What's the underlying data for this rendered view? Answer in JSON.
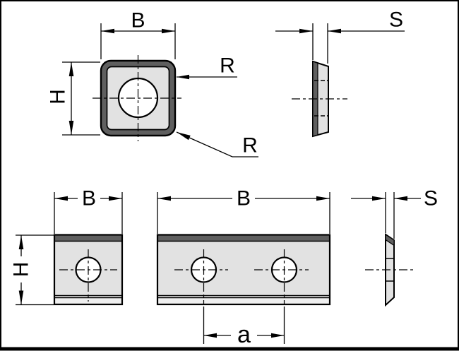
{
  "figure": {
    "type": "technical-drawing",
    "subject": "reversible carbide insert knives, face and side views with dimension letters",
    "views": {
      "square_insert_face": {
        "width_label": "B",
        "height_label": "H",
        "radius_label_top": "R",
        "radius_label_bottom": "R"
      },
      "square_insert_side": {
        "thickness_label": "S"
      },
      "short_insert_face": {
        "width_label": "B",
        "height_label": "H"
      },
      "long_insert_face": {
        "width_label": "B",
        "hole_spacing_label": "a"
      },
      "long_insert_side": {
        "thickness_label": "S"
      }
    },
    "colors": {
      "edge": "#5f5f5f",
      "face": "#e2e2e2",
      "land": "#efefef",
      "line": "#000000",
      "background": "#ffffff"
    }
  }
}
